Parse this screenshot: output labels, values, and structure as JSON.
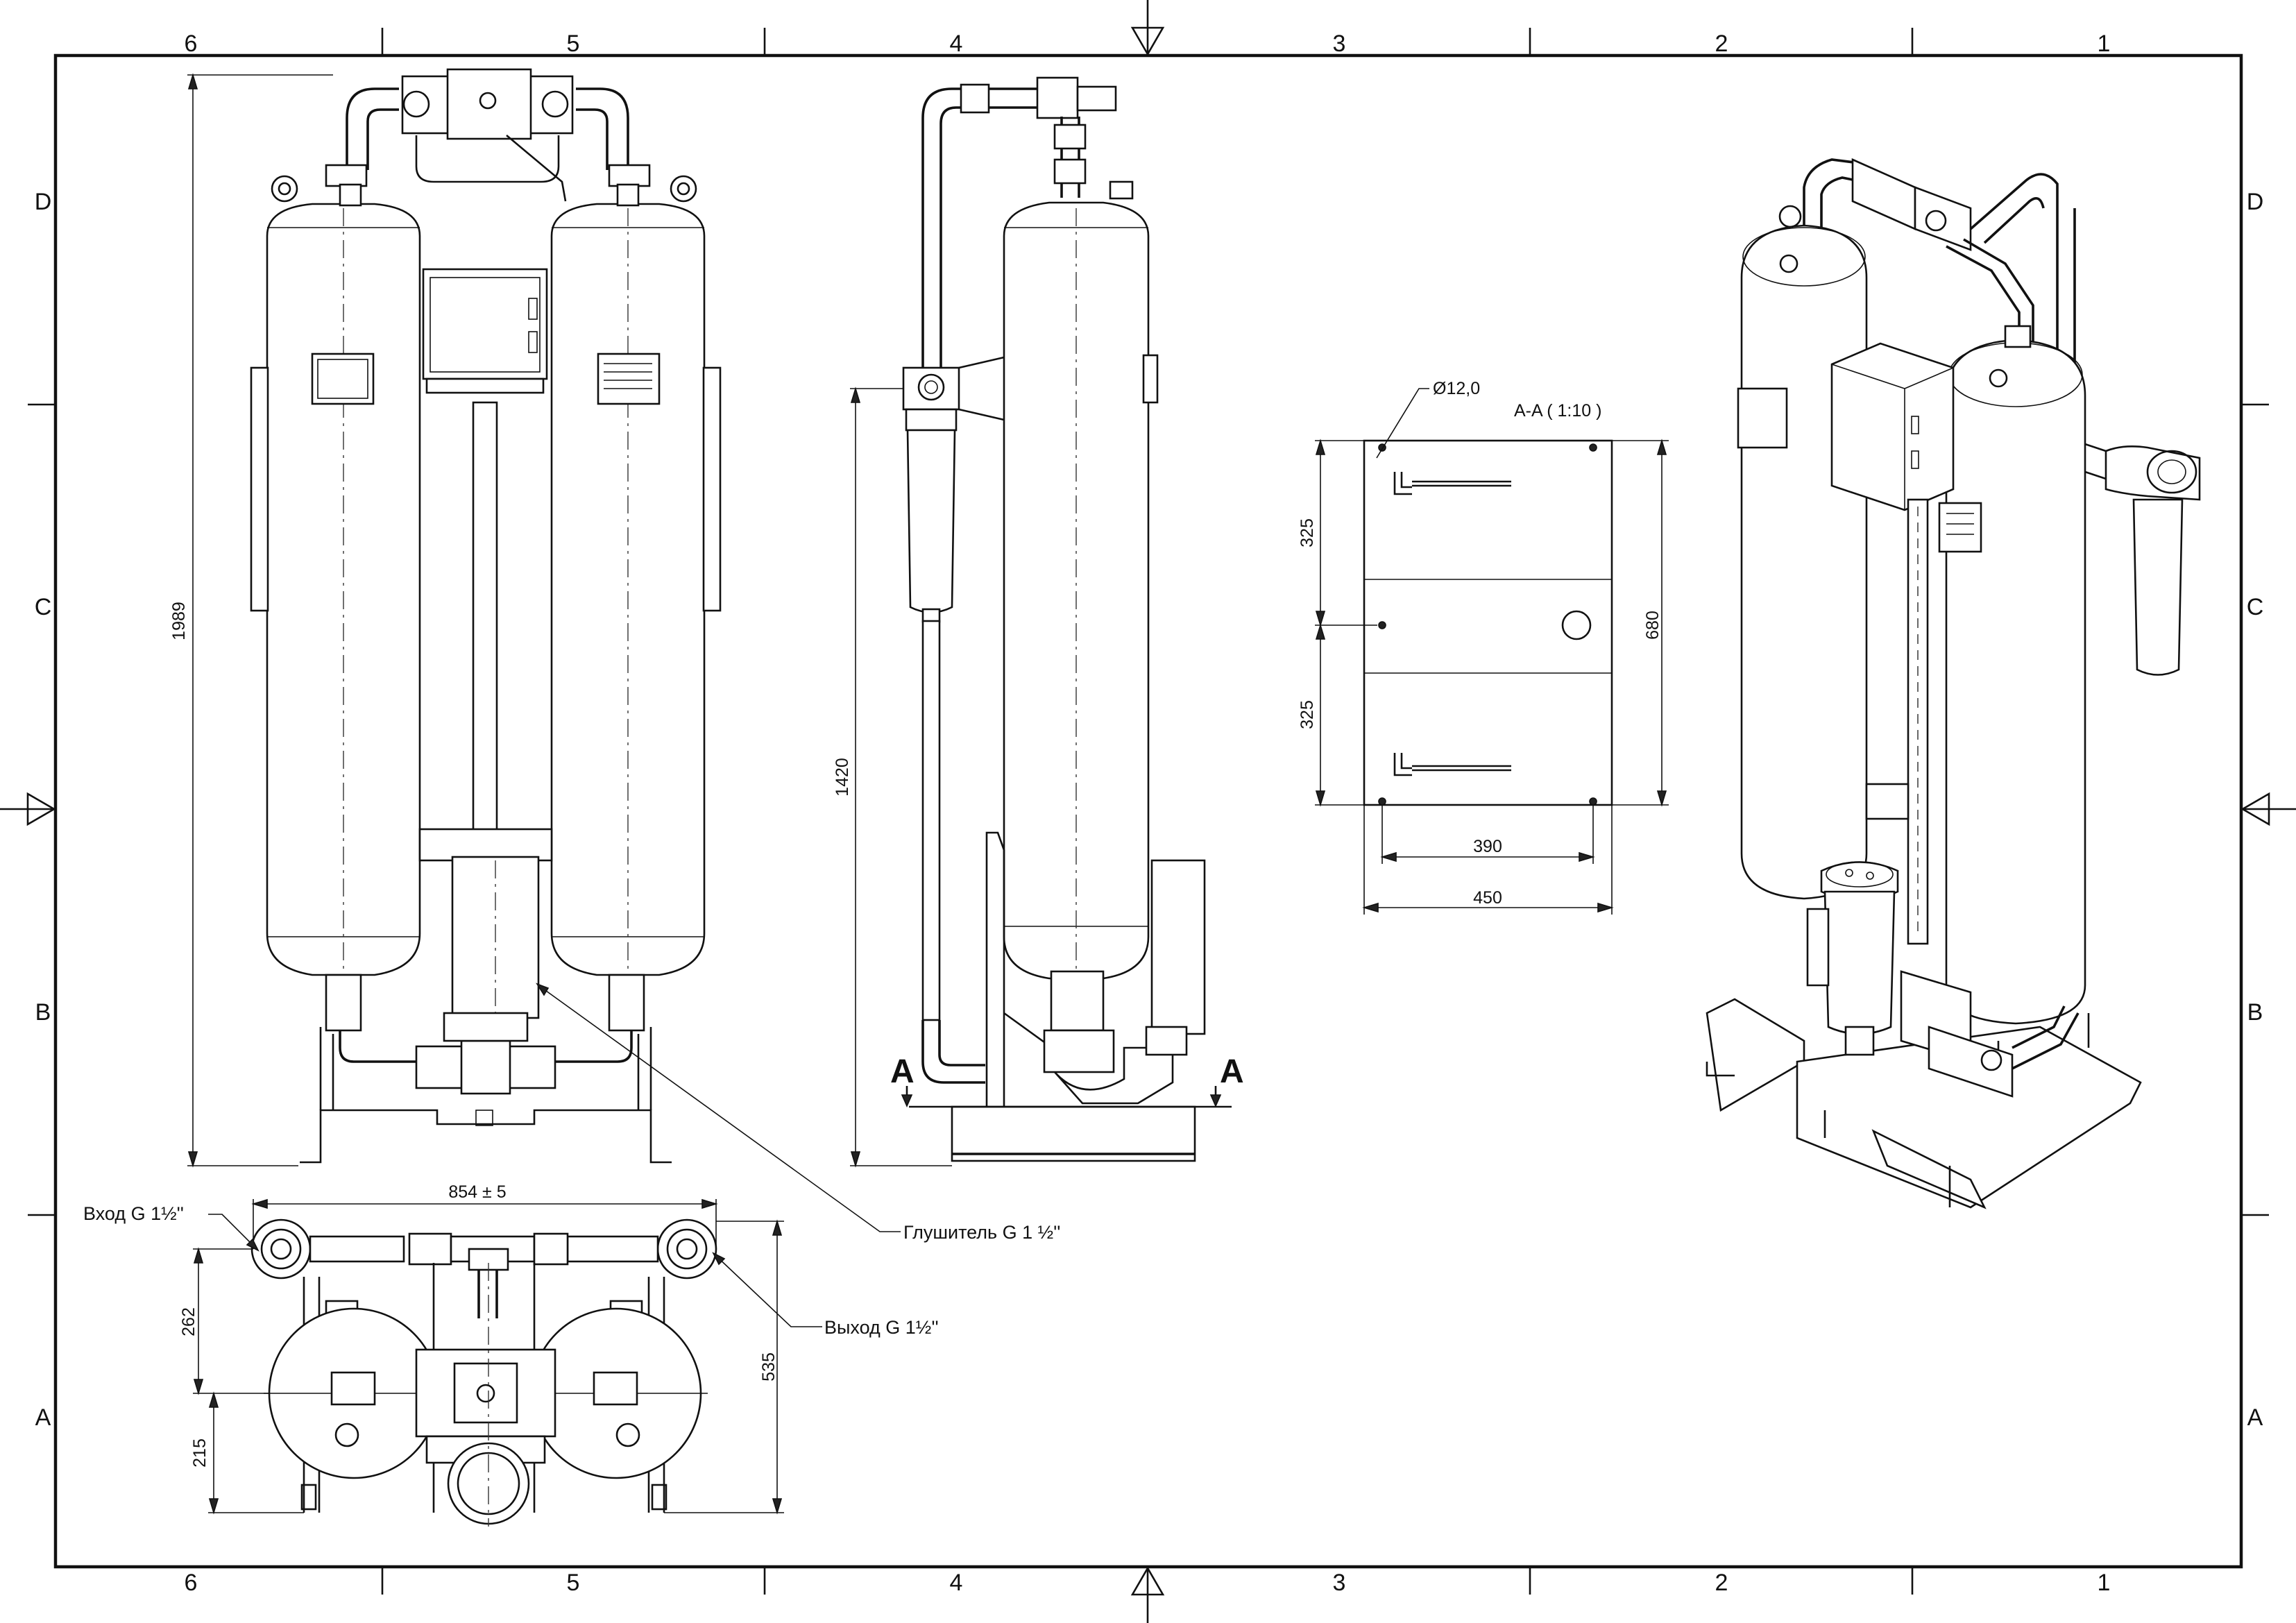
{
  "frame": {
    "columns": [
      "6",
      "5",
      "4",
      "3",
      "2",
      "1"
    ],
    "rows": [
      "D",
      "C",
      "B",
      "A"
    ]
  },
  "dimensions": {
    "height_front": "1989",
    "height_side": "1420",
    "width_top": "854 ± 5",
    "top_depth_1": "262",
    "top_depth_2": "215",
    "top_depth_total": "535",
    "section_hole": "Ø12,0",
    "section_v1": "325",
    "section_v2": "325",
    "section_height": "680",
    "section_w1": "390",
    "section_w2": "450"
  },
  "labels": {
    "inlet": "Вход G 1½''",
    "outlet": "Выход G 1½''",
    "silencer": "Глушитель G 1 ½''",
    "section_title": "A-A ( 1:10 )",
    "section_mark_left": "A",
    "section_mark_right": "A"
  }
}
